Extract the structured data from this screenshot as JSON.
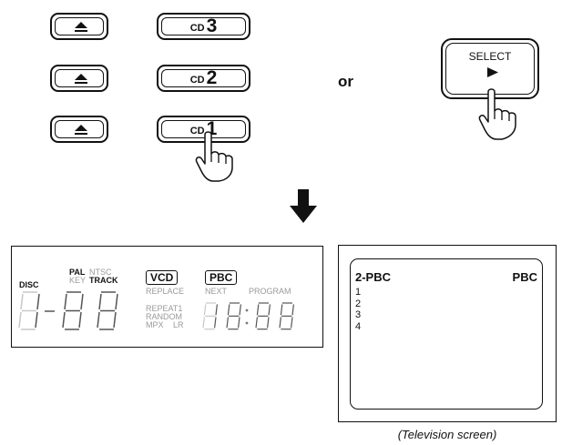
{
  "buttons": {
    "cd3": {
      "prefix": "CD",
      "number": "3"
    },
    "cd2": {
      "prefix": "CD",
      "number": "2"
    },
    "cd1": {
      "prefix": "CD",
      "number": "1"
    },
    "select": {
      "label": "SELECT"
    },
    "or_text": "or"
  },
  "icons": {
    "eject": "eject-icon",
    "play": "play-icon",
    "hand": "pointing-hand-icon",
    "arrow": "down-arrow-icon"
  },
  "display": {
    "disc": "DISC",
    "pal": "PAL",
    "key": "KEY",
    "ntsc": "NTSC",
    "track": "TRACK",
    "vcd": "VCD",
    "pbc": "PBC",
    "replace": "REPLACE",
    "next": "NEXT",
    "program": "PROGRAM",
    "repeat1": "REPEAT1",
    "random": "RANDOM",
    "mpx": "MPX",
    "lr": "LR"
  },
  "tv": {
    "title": "2-PBC",
    "badge": "PBC",
    "items": [
      "1",
      "2",
      "3",
      "4"
    ],
    "caption": "(Television screen)"
  },
  "colors": {
    "ink": "#111111",
    "dim": "#9a9a9a"
  }
}
